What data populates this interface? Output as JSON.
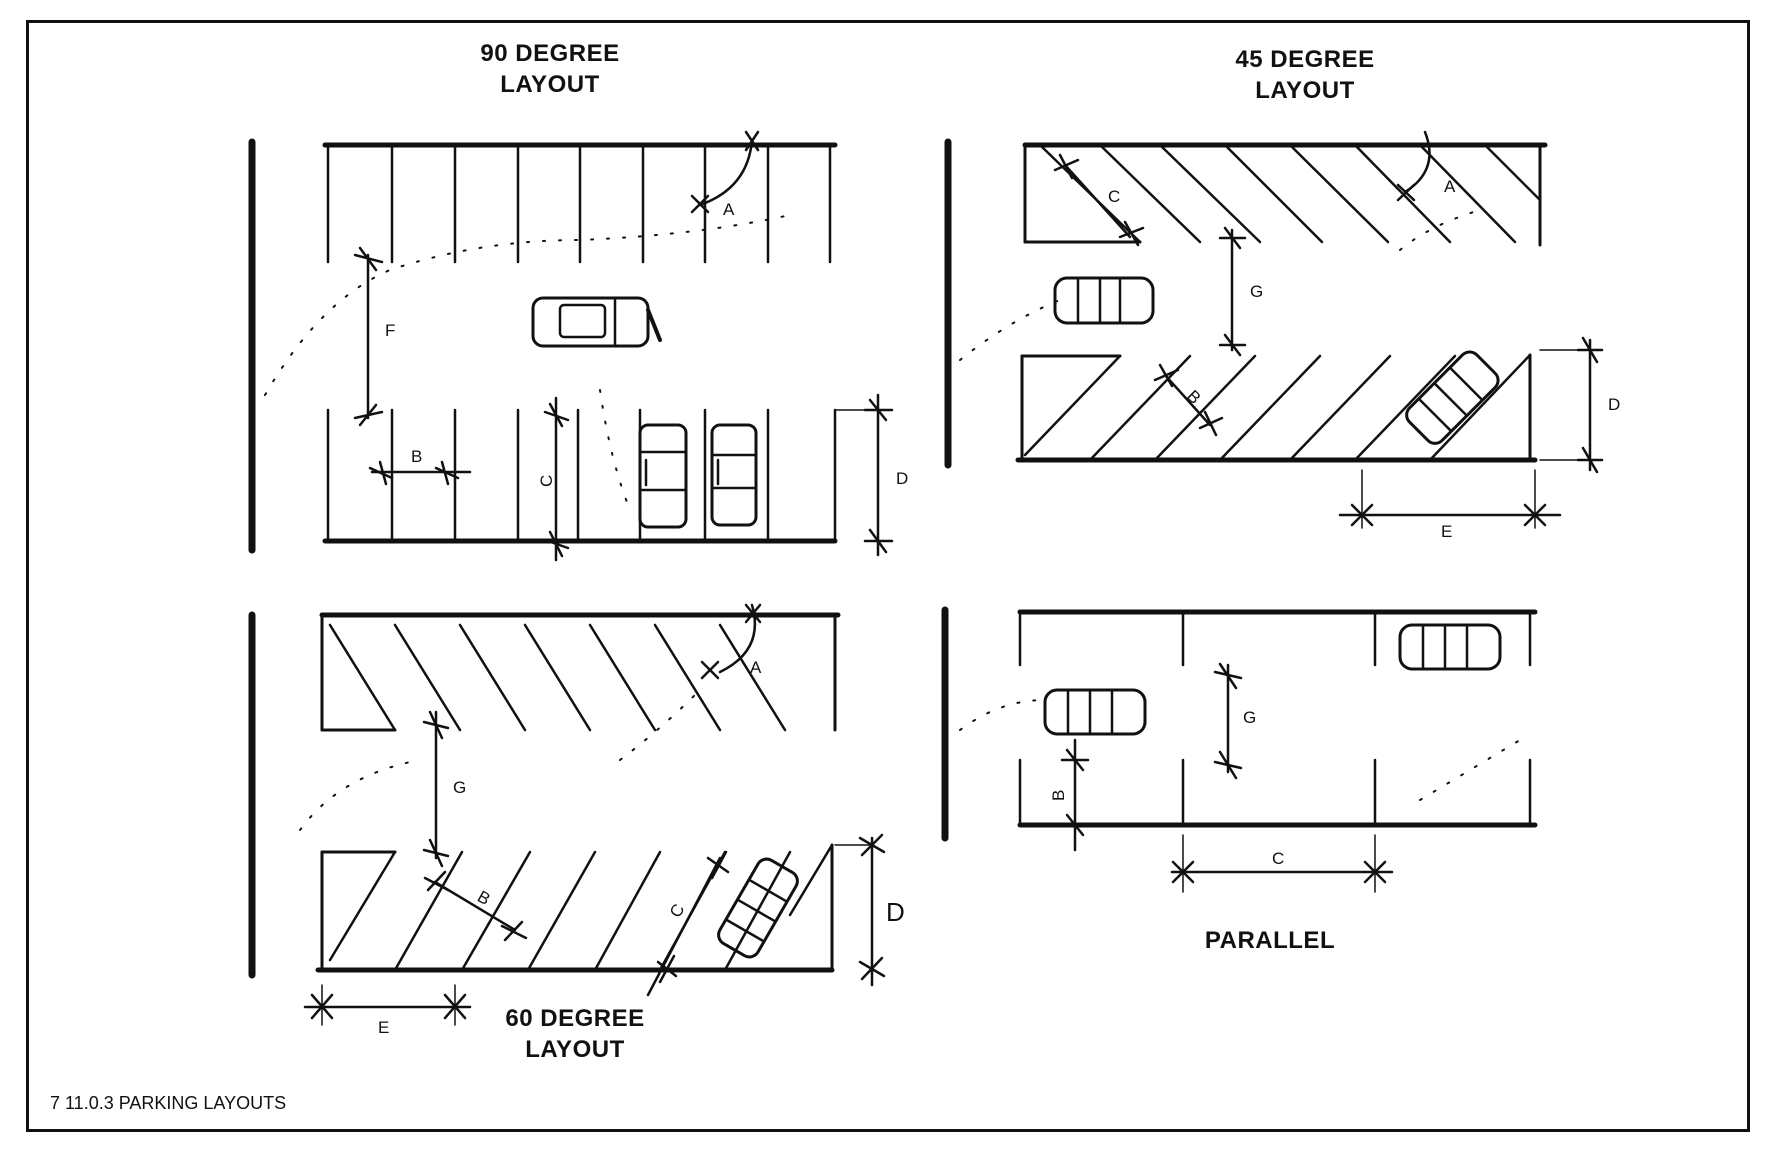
{
  "titles": {
    "deg90": {
      "line1": "90 DEGREE",
      "line2": "LAYOUT"
    },
    "deg45": {
      "line1": "45 DEGREE",
      "line2": "LAYOUT"
    },
    "deg60": {
      "line1": "60 DEGREE",
      "line2": "LAYOUT"
    },
    "parallel": {
      "line1": "PARALLEL"
    }
  },
  "caption": "7 11.0.3 PARKING LAYOUTS",
  "dims": {
    "A": "A",
    "B": "B",
    "C": "C",
    "D": "D",
    "E": "E",
    "F": "F",
    "G": "G"
  }
}
